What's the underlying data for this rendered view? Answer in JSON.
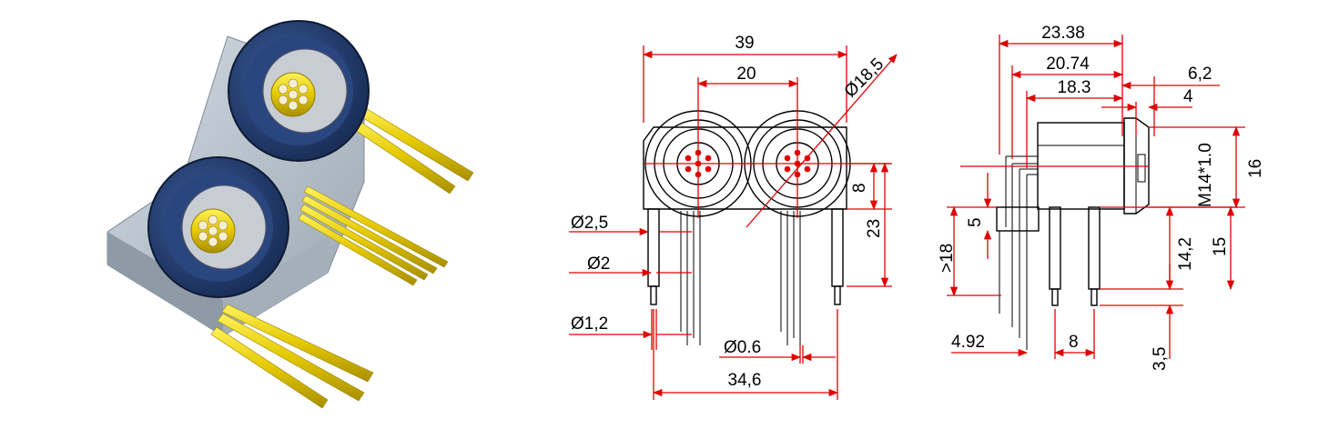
{
  "dimensions": {
    "front": {
      "width_total": "39",
      "pitch": "20",
      "diameter_panel": "Ø18,5",
      "d_pin_2_5": "Ø2,5",
      "d_pin_2": "Ø2",
      "d_pin_1_2": "Ø1,2",
      "d_contact": "Ø0.6",
      "height_8": "8",
      "height_23": "23",
      "pin_span": "34,6"
    },
    "side": {
      "len_23_38": "23.38",
      "len_20_74": "20.74",
      "len_18_3": "18.3",
      "len_6_2": "6,2",
      "len_4": "4",
      "thread": "M14*1.0",
      "height_16": "16",
      "height_5": "5",
      "min_18": ">18",
      "len_14_2": "14,2",
      "len_15": "15",
      "len_4_92": "4.92",
      "len_8": "8",
      "len_3_5": "3,5"
    }
  },
  "colors": {
    "dimension_line": "#e00000",
    "outline": "#000000",
    "body_grey": "#b9c3cc",
    "knurl_blue": "#1d3566",
    "pin_gold": "#e8d400",
    "insert_cream": "#ece4c8"
  }
}
